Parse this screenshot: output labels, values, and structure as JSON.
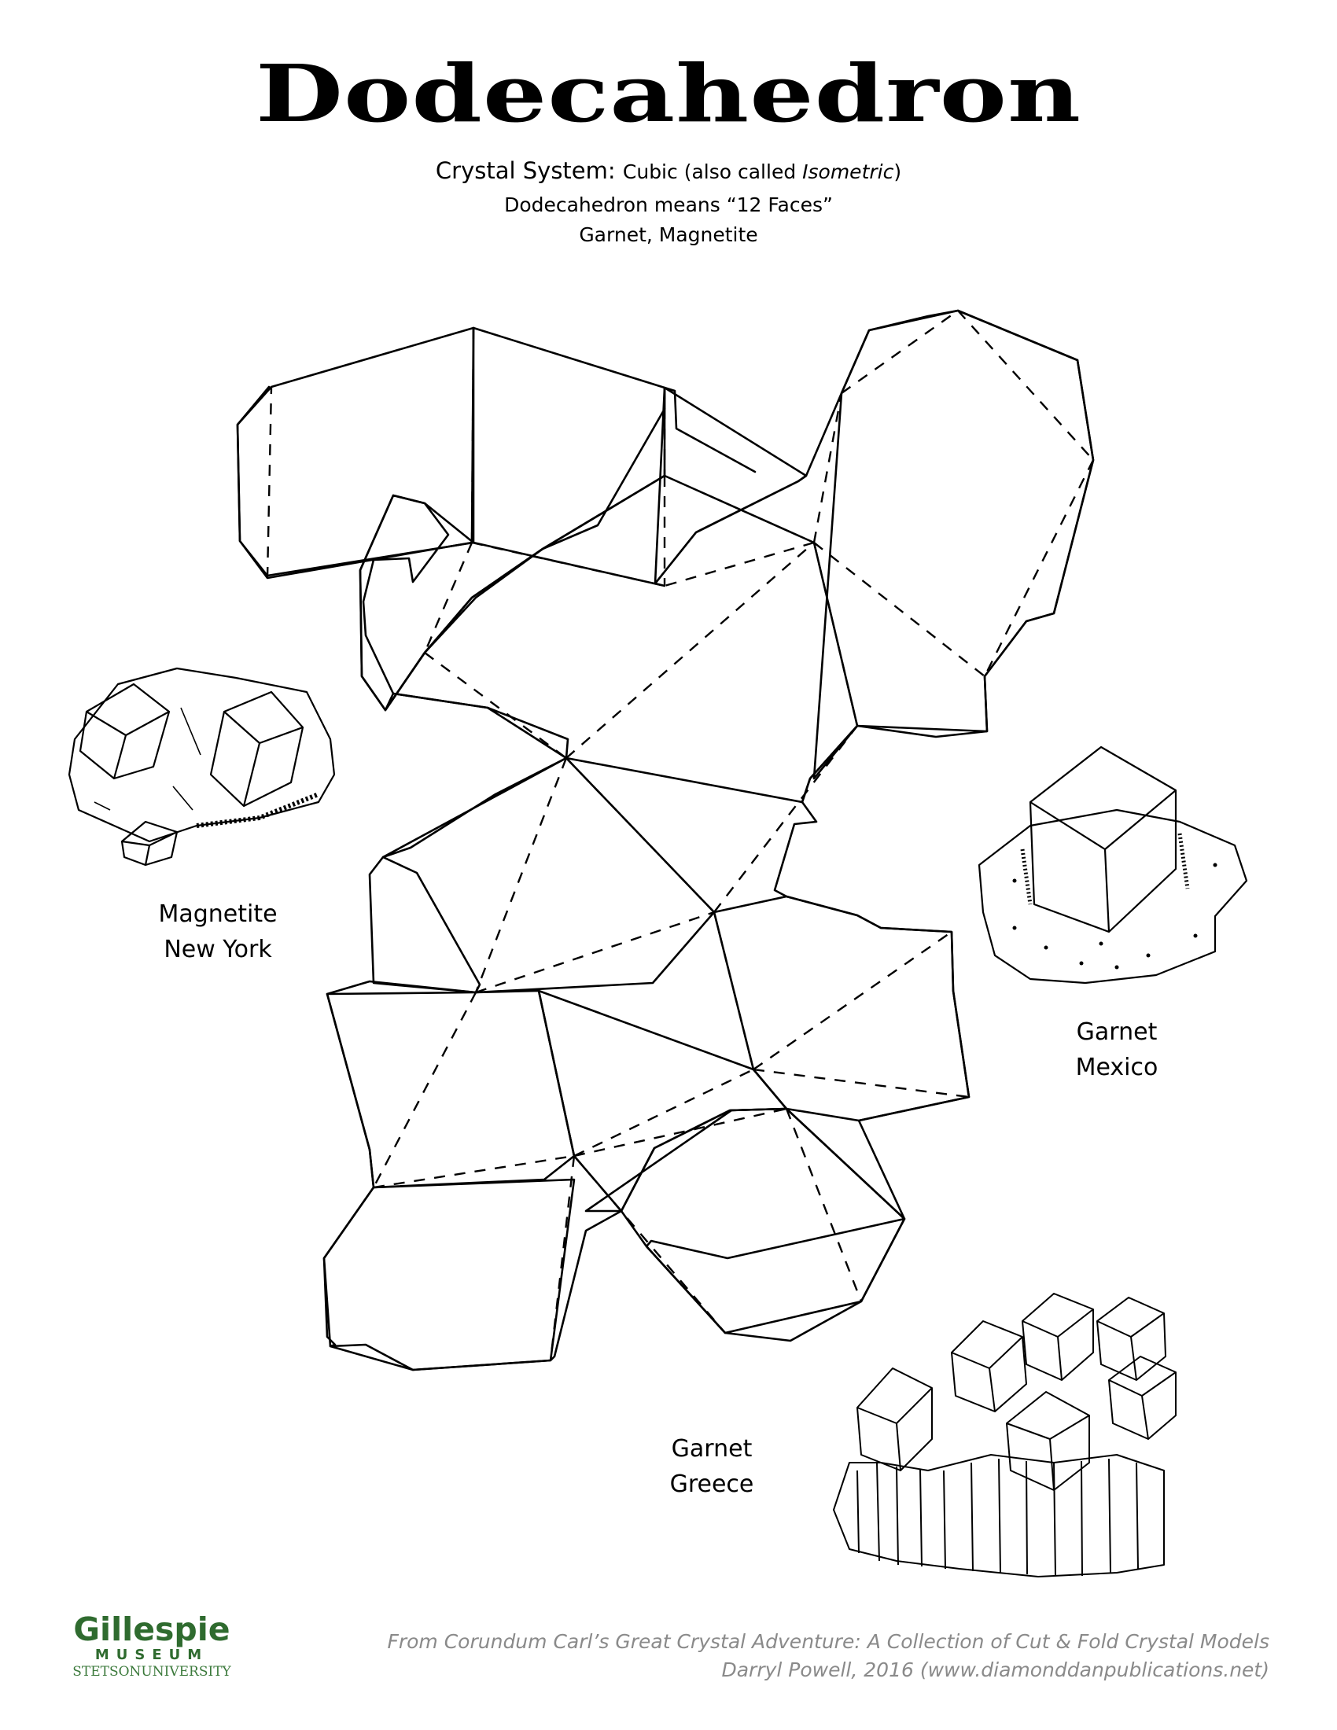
{
  "header": {
    "title": "Dodecahedron",
    "system_label": "Crystal System:",
    "system_value": "Cubic (also called ",
    "system_alt": "Isometric",
    "system_close": ")",
    "meaning": "Dodecahedron means “12 Faces”",
    "minerals": "Garnet, Magnetite"
  },
  "specimens": [
    {
      "mineral": "Magnetite",
      "location": "New York"
    },
    {
      "mineral": "Garnet",
      "location": "Mexico"
    },
    {
      "mineral": "Garnet",
      "location": "Greece"
    }
  ],
  "footer": {
    "logo_name": "Gillespie",
    "logo_museum": "MUSEUM",
    "logo_university": "STETSONUNIVERSITY",
    "source": "From Corundum Carl’s Great Crystal Adventure: A Collection of Cut & Fold Crystal Models",
    "credit": "Darryl Powell, 2016 (www.diamonddanpublications.net)"
  },
  "colors": {
    "logo_green": "#2f6b2f",
    "credit_gray": "#8a8a8a"
  }
}
